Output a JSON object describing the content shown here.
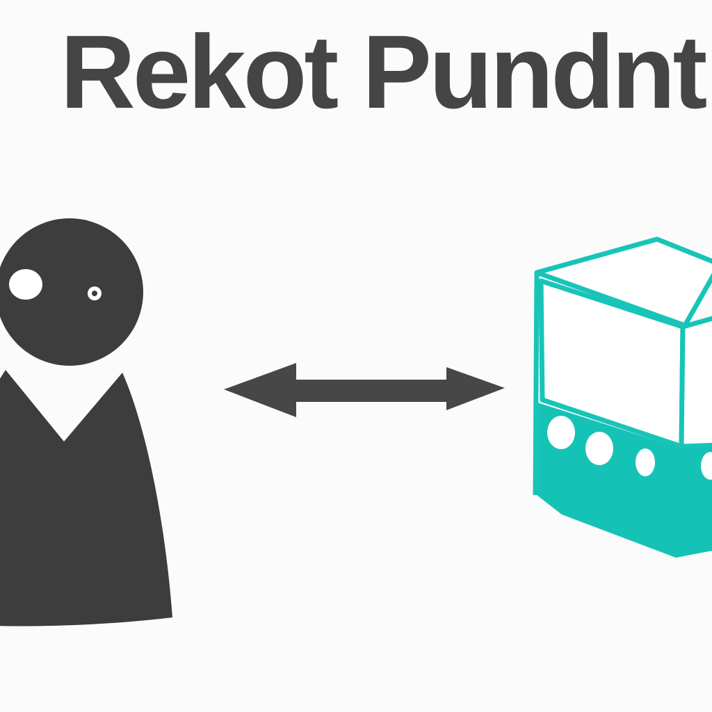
{
  "title": "Rekot Pundnt",
  "colors": {
    "background": "#fbfbfb",
    "title_text": "#454545",
    "person": "#3d3d3d",
    "arrow": "#474747",
    "box_outline": "#18c4b8",
    "box_base": "#14c3b6",
    "box_face": "#ffffff"
  },
  "nodes": [
    {
      "id": "person",
      "icon": "person-icon"
    },
    {
      "id": "server",
      "icon": "server-box-icon"
    }
  ],
  "edges": [
    {
      "from": "person",
      "to": "server",
      "direction": "bidirectional",
      "icon": "double-arrow-icon"
    }
  ]
}
